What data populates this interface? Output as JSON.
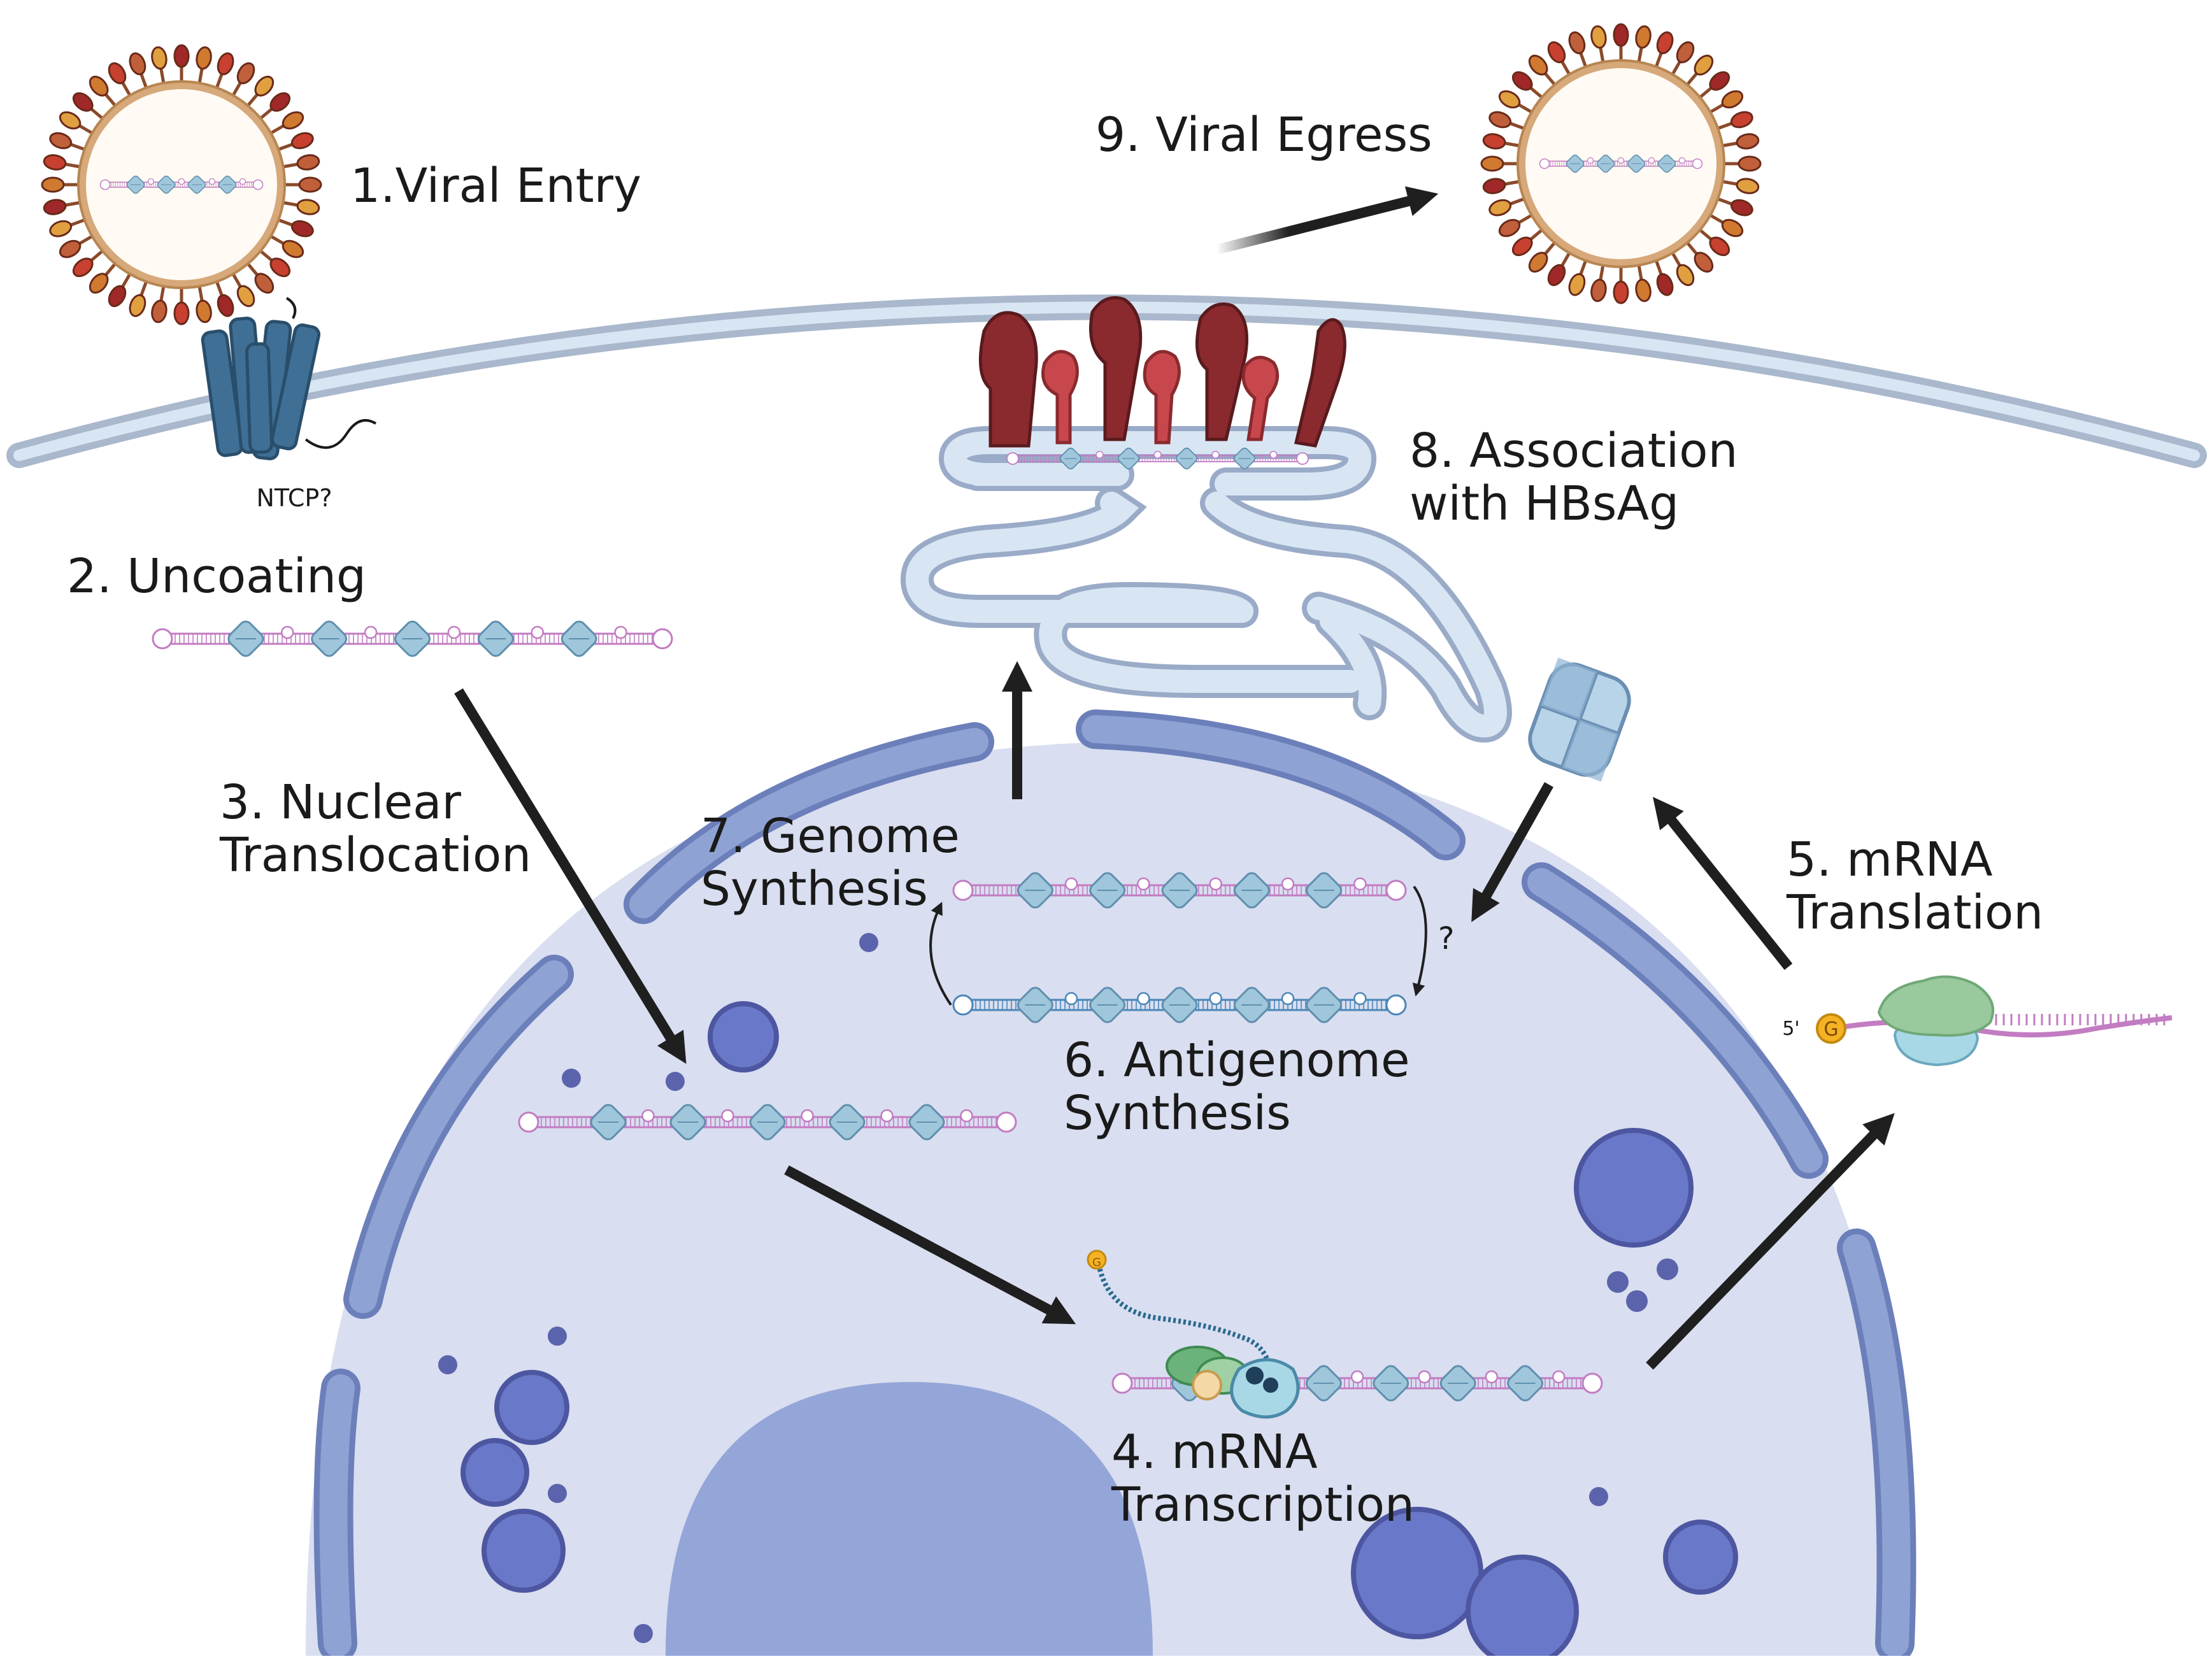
{
  "labels": {
    "step1": "1.Viral Entry",
    "receptor": "NTCP?",
    "step2": "2. Uncoating",
    "step3_line1": "3. Nuclear",
    "step3_line2": "Translocation",
    "step4_line1": "4. mRNA",
    "step4_line2": "Transcription",
    "step5_line1": "5. mRNA",
    "step5_line2": "Translation",
    "step6_line1": "6. Antigenome",
    "step6_line2": "Synthesis",
    "step7_line1": "7. Genome",
    "step7_line2": "Synthesis",
    "step8_line1": "8. Association",
    "step8_line2": "with HBsAg",
    "step9": "9. Viral Egress",
    "question_mark": "?",
    "five_prime": "5'",
    "cap_letter": "G",
    "cap_letter_small": "G"
  },
  "colors": {
    "cytoplasm": "#d9def0",
    "membrane_outer": "#a9b8cc",
    "membrane_inner": "#d8e6f4",
    "nuclear_envelope": "#8fa2d4",
    "nuclear_envelope_stroke": "#6b7fba",
    "nucleolus": "#94a6d8",
    "vesicle": "#6a78c9",
    "arrow": "#1f1f1f",
    "rna_strand": "#c27cc2",
    "antigenome_strand": "#4a86b8",
    "protein_bead": "#9fc6da",
    "hbsag_dark": "#8a2a2e",
    "hbsag_light": "#c8474d",
    "receptor": "#3f6f95",
    "cap_gold": "#f5b324",
    "ribosome_green": "#9ac99e",
    "ribosome_blue": "#a8d8e6"
  },
  "icons": [
    "virion-icon",
    "ntcp-receptor-icon",
    "hdag-protein-icon",
    "ribosome-icon",
    "rna-polymerase-icon",
    "golgi-icon",
    "hbsag-icon"
  ]
}
